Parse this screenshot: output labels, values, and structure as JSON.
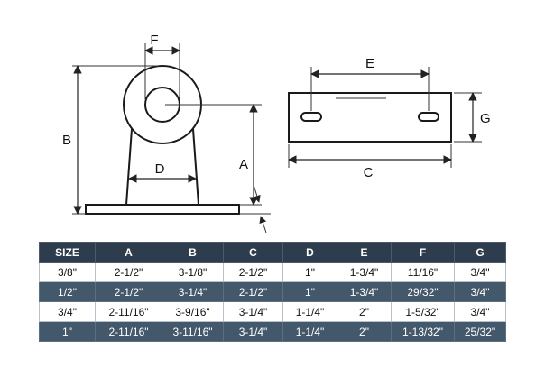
{
  "diagram": {
    "labels": {
      "A": "A",
      "B": "B",
      "C": "C",
      "D": "D",
      "E": "E",
      "F": "F",
      "G": "G"
    },
    "colors": {
      "line": "#1a1a1a",
      "header_bg": "#2e3d4d",
      "row_dark_bg": "#44586c",
      "row_light_bg": "#ffffff",
      "header_text": "#ffffff"
    }
  },
  "table": {
    "headers": [
      "SIZE",
      "A",
      "B",
      "C",
      "D",
      "E",
      "F",
      "G"
    ],
    "rows": [
      [
        "3/8\"",
        "2-1/2\"",
        "3-1/8\"",
        "2-1/2\"",
        "1\"",
        "1-3/4\"",
        "11/16\"",
        "3/4\""
      ],
      [
        "1/2\"",
        "2-1/2\"",
        "3-1/4\"",
        "2-1/2\"",
        "1\"",
        "1-3/4\"",
        "29/32\"",
        "3/4\""
      ],
      [
        "3/4\"",
        "2-11/16\"",
        "3-9/16\"",
        "3-1/4\"",
        "1-1/4\"",
        "2\"",
        "1-5/32\"",
        "3/4\""
      ],
      [
        "1\"",
        "2-11/16\"",
        "3-11/16\"",
        "3-1/4\"",
        "1-1/4\"",
        "2\"",
        "1-13/32\"",
        "25/32\""
      ]
    ]
  }
}
